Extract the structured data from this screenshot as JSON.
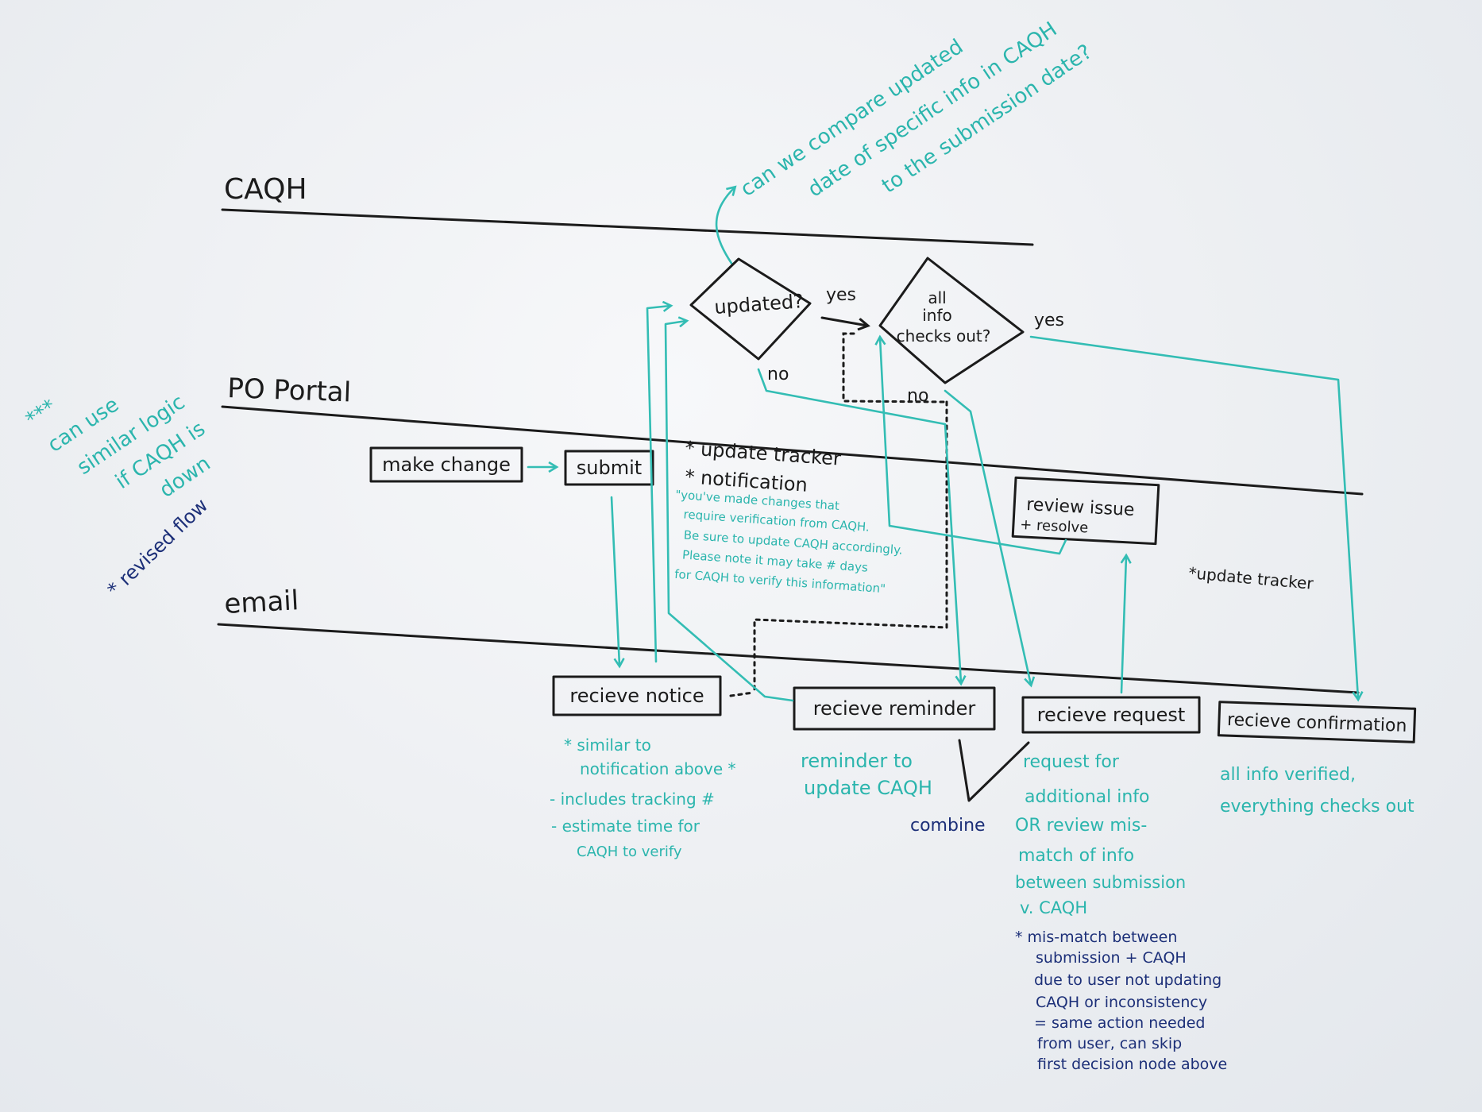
{
  "lanes": {
    "caqh": "CAQH",
    "portal": "PO Portal",
    "email": "email"
  },
  "question": {
    "lines": [
      "can we compare updated",
      "date of specific info in CAQH",
      "to the submission date?"
    ]
  },
  "decisions": {
    "updated": {
      "label": "updated?",
      "yes": "yes",
      "no": "no"
    },
    "checks": {
      "lines": [
        "all",
        "info",
        "checks out?"
      ],
      "yes": "yes",
      "no": "no"
    }
  },
  "portal": {
    "make_change": "make change",
    "submit": "submit",
    "review_issue": [
      "review issue",
      "+ resolve"
    ],
    "update_tracker": "*update tracker"
  },
  "note": {
    "titles": [
      "* update tracker",
      "* notification"
    ],
    "quote": [
      "\"you've made changes that",
      "require verification from CAQH.",
      "Be sure to update CAQH accordingly.",
      "Please note it may take # days",
      "for CAQH to verify this information\""
    ]
  },
  "side_note": {
    "teal": [
      "***",
      "can use",
      "similar logic",
      "if CAQH is",
      "down"
    ],
    "navy": "* revised flow"
  },
  "email": {
    "notice": {
      "label": "recieve notice",
      "notes": [
        "* similar to",
        "notification above *",
        "- includes tracking #",
        "- estimate time for",
        "CAQH to verify"
      ]
    },
    "reminder": {
      "label": "recieve reminder",
      "notes": [
        "reminder to",
        "update CAQH"
      ]
    },
    "combine": "combine",
    "request": {
      "label": "recieve request",
      "notes": [
        "request for",
        "additional info",
        "OR review mis-",
        "match of info",
        "between submission",
        "v. CAQH"
      ],
      "footnote": [
        "* mis-match between",
        "submission + CAQH",
        "due to user not updating",
        "CAQH or inconsistency",
        "= same action needed",
        "from user, can skip",
        "first decision node above"
      ]
    },
    "confirmation": {
      "label": "recieve confirmation",
      "notes": [
        "all info verified,",
        "everything checks out"
      ]
    }
  },
  "colors": {
    "marker_black": "#1b1b1b",
    "marker_teal": "#2bb5ad",
    "marker_navy": "#1c2f78",
    "board": "#eef0f3"
  }
}
